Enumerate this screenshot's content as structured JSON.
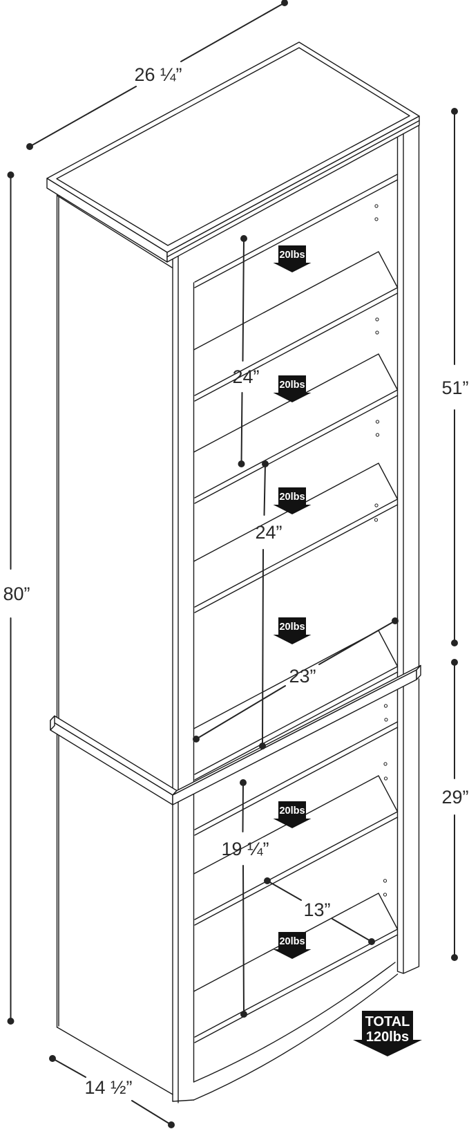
{
  "diagram": {
    "kind": "bookcase-dimension-diagram",
    "dimensions": {
      "top_width": "26 ¼”",
      "overall_height": "80”",
      "upper_section_height": "51”",
      "lower_section_height": "29”",
      "upper_shelf_span": "24”",
      "middle_shelf_span": "24”",
      "interior_width": "23”",
      "lower_interior_height": "19 ¼”",
      "lower_shelf_span": "13”",
      "base_depth": "14 ½”"
    },
    "shelf_badges": [
      {
        "label": "20lbs"
      },
      {
        "label": "20lbs"
      },
      {
        "label": "20lbs"
      },
      {
        "label": "20lbs"
      },
      {
        "label": "20lbs"
      },
      {
        "label": "20lbs"
      }
    ],
    "total_badge": {
      "line1": "TOTAL",
      "line2": "120lbs"
    },
    "icons": {
      "shelf_load_arrow": "down-arrow-badge",
      "total_load_arrow": "down-arrow-badge"
    },
    "colors": {
      "line": "#1a1a1a",
      "dimension_text": "#2a2a2a",
      "badge_background": "#121212",
      "badge_text": "#ffffff",
      "background": "#ffffff"
    }
  }
}
